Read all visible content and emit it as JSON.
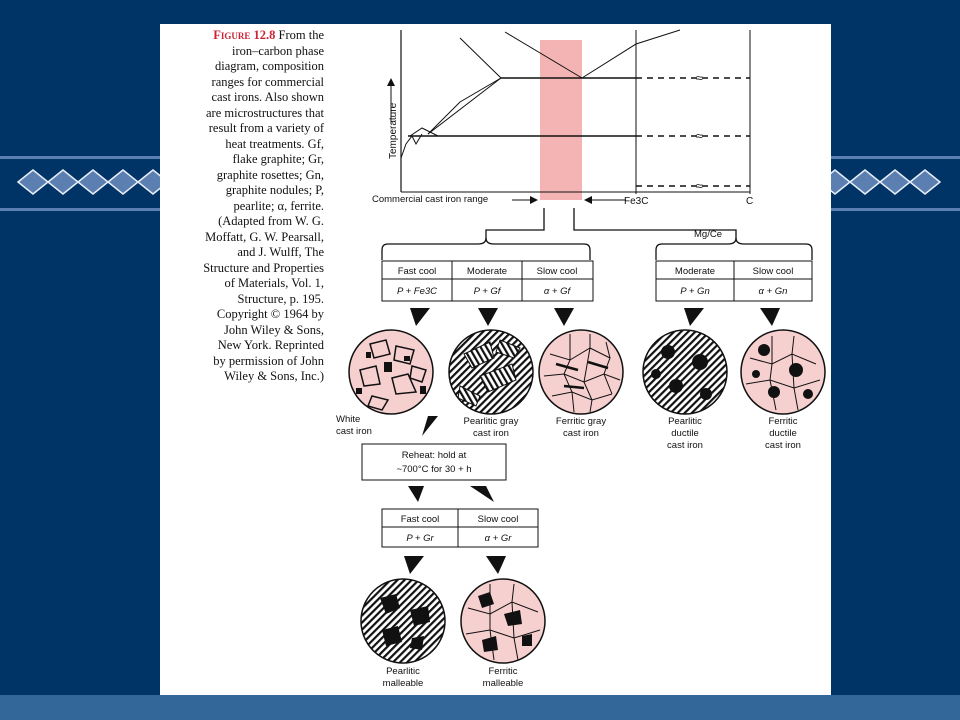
{
  "colors": {
    "background": "#003366",
    "band": "#336699",
    "accent_red": "#cc2233",
    "pink": "#f6cfcf",
    "range_pink": "#f4b4b4"
  },
  "caption": {
    "label": "Figure",
    "number": "12.8",
    "lines": [
      "From the",
      "iron–carbon phase",
      "diagram, composition",
      "ranges for commercial",
      "cast irons. Also shown",
      "are microstructures that",
      "result from a variety of",
      "heat treatments. Gf,",
      "flake graphite; Gr,",
      "graphite rosettes; Gn,",
      "graphite nodules; P,",
      "pearlite; α, ferrite.",
      "(Adapted from W. G.",
      "Moffatt, G. W. Pearsall,",
      "and J. Wulff, The",
      "Structure and Properties",
      "of Materials, Vol. 1,",
      "Structure, p. 195.",
      "Copyright © 1964 by",
      "John Wiley & Sons,",
      "New York. Reprinted",
      "by permission of John",
      "Wiley & Sons, Inc.)"
    ]
  },
  "phase_diagram": {
    "y_label": "Temperature",
    "range_label": "Commercial cast iron range",
    "fe3c_label": "Fe3C",
    "c_label": "C",
    "break_mark": "≈"
  },
  "additive_label": "Mg/Ce",
  "tables": {
    "left": {
      "headers": [
        "Fast cool",
        "Moderate",
        "Slow cool"
      ],
      "values": [
        "P + Fe3C",
        "P + Gf",
        "α + Gf"
      ]
    },
    "right": {
      "headers": [
        "Moderate",
        "Slow cool"
      ],
      "values": [
        "P + Gn",
        "α + Gn"
      ]
    },
    "bottom": {
      "headers": [
        "Fast cool",
        "Slow cool"
      ],
      "values": [
        "P + Gr",
        "α + Gr"
      ]
    }
  },
  "reheat": {
    "line1": "Reheat: hold at",
    "line2": "~700°C for 30 + h"
  },
  "microstructures": {
    "white": [
      "White",
      "cast iron"
    ],
    "pearlitic_gray": [
      "Pearlitic gray",
      "cast iron"
    ],
    "ferritic_gray": [
      "Ferritic gray",
      "cast iron"
    ],
    "pearlitic_ductile": [
      "Pearlitic",
      "ductile",
      "cast iron"
    ],
    "ferritic_ductile": [
      "Ferritic",
      "ductile",
      "cast iron"
    ],
    "pearlitic_malleable": [
      "Pearlitic",
      "malleable"
    ],
    "ferritic_malleable": [
      "Ferritic",
      "malleable"
    ]
  }
}
